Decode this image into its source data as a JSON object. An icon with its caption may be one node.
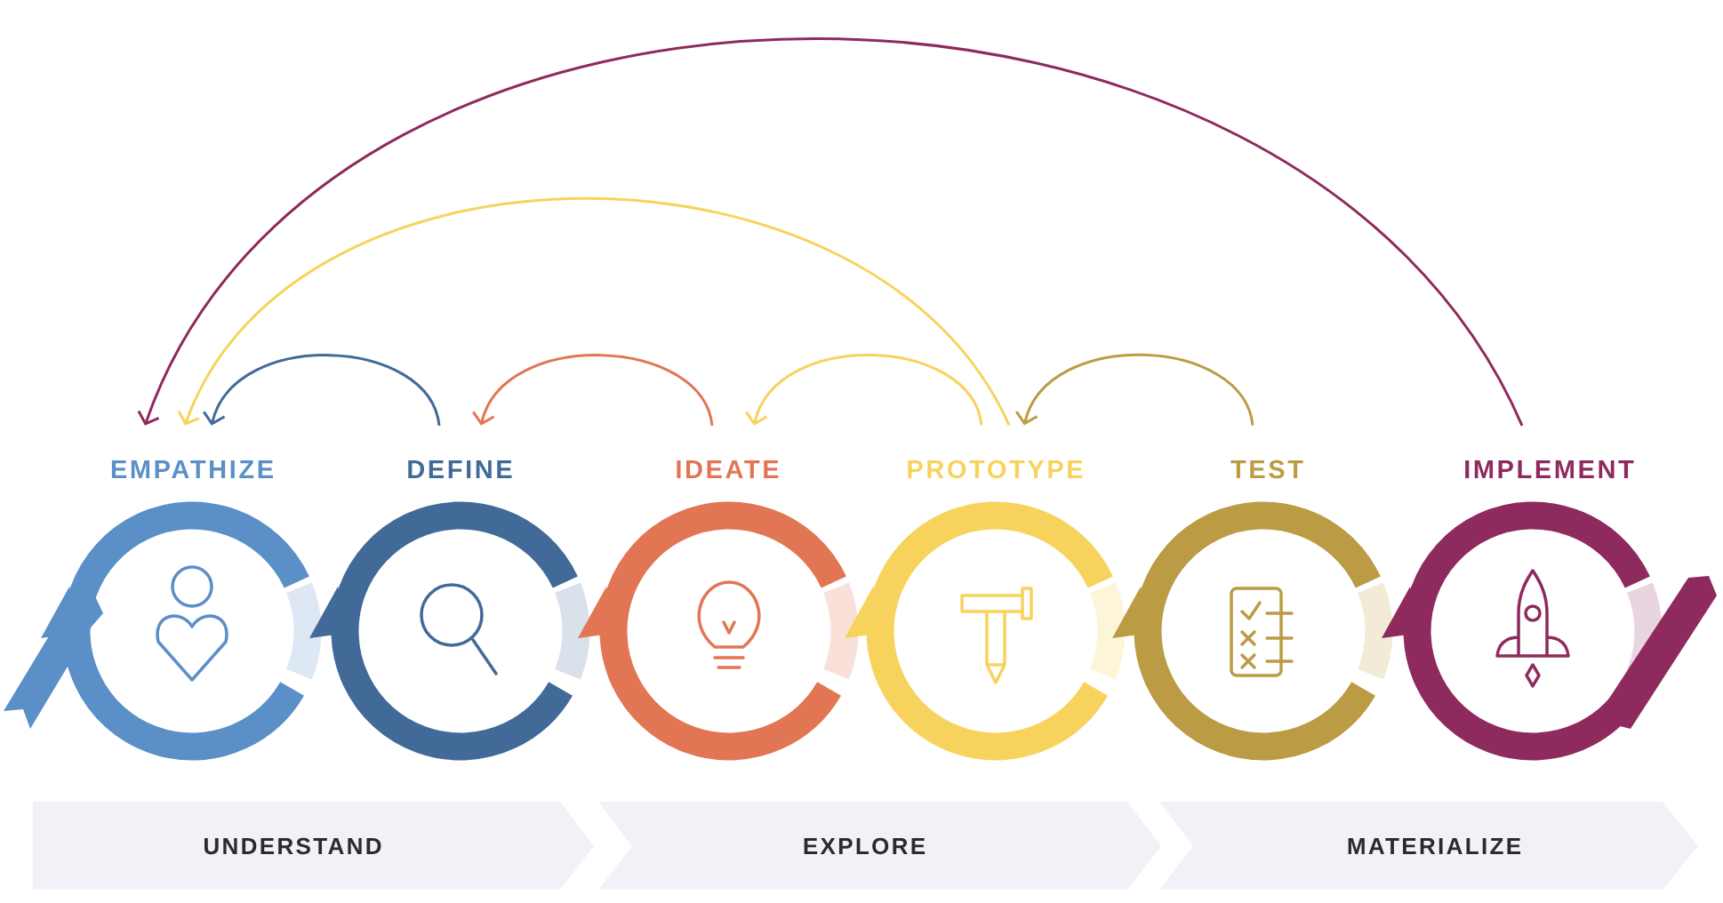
{
  "diagram": {
    "nodes": [
      {
        "text": [
          "EMPATHIZE"
        ]
      },
      {
        "text": [
          "DEFINE"
        ]
      },
      {
        "text": [
          "IDEATE"
        ]
      },
      {
        "text": [
          "PROTOTYPE"
        ]
      },
      {
        "text": [
          "TEST"
        ]
      },
      {
        "text": [
          "IMPLEMENT"
        ]
      },
      {
        "text": [
          "UNDERSTAND"
        ]
      },
      {
        "text": [
          "EXPLORE"
        ]
      },
      {
        "text": [
          "MATERIALIZE"
        ]
      }
    ],
    "edges": [
      {
        "from": 1,
        "to": 0,
        "arrow": "to",
        "color": "#426a99"
      },
      {
        "from": 2,
        "to": 1,
        "arrow": "to",
        "color": "#e27654"
      },
      {
        "from": 3,
        "to": 2,
        "arrow": "to",
        "color": "#f7d35e"
      },
      {
        "from": 4,
        "to": 3,
        "arrow": "to",
        "color": "#bb9c44"
      },
      {
        "from": 3,
        "to": 0,
        "arrow": "to",
        "color": "#f7d35e"
      },
      {
        "from": 5,
        "to": 0,
        "arrow": "to",
        "color": "#8e2a5e"
      }
    ]
  }
}
